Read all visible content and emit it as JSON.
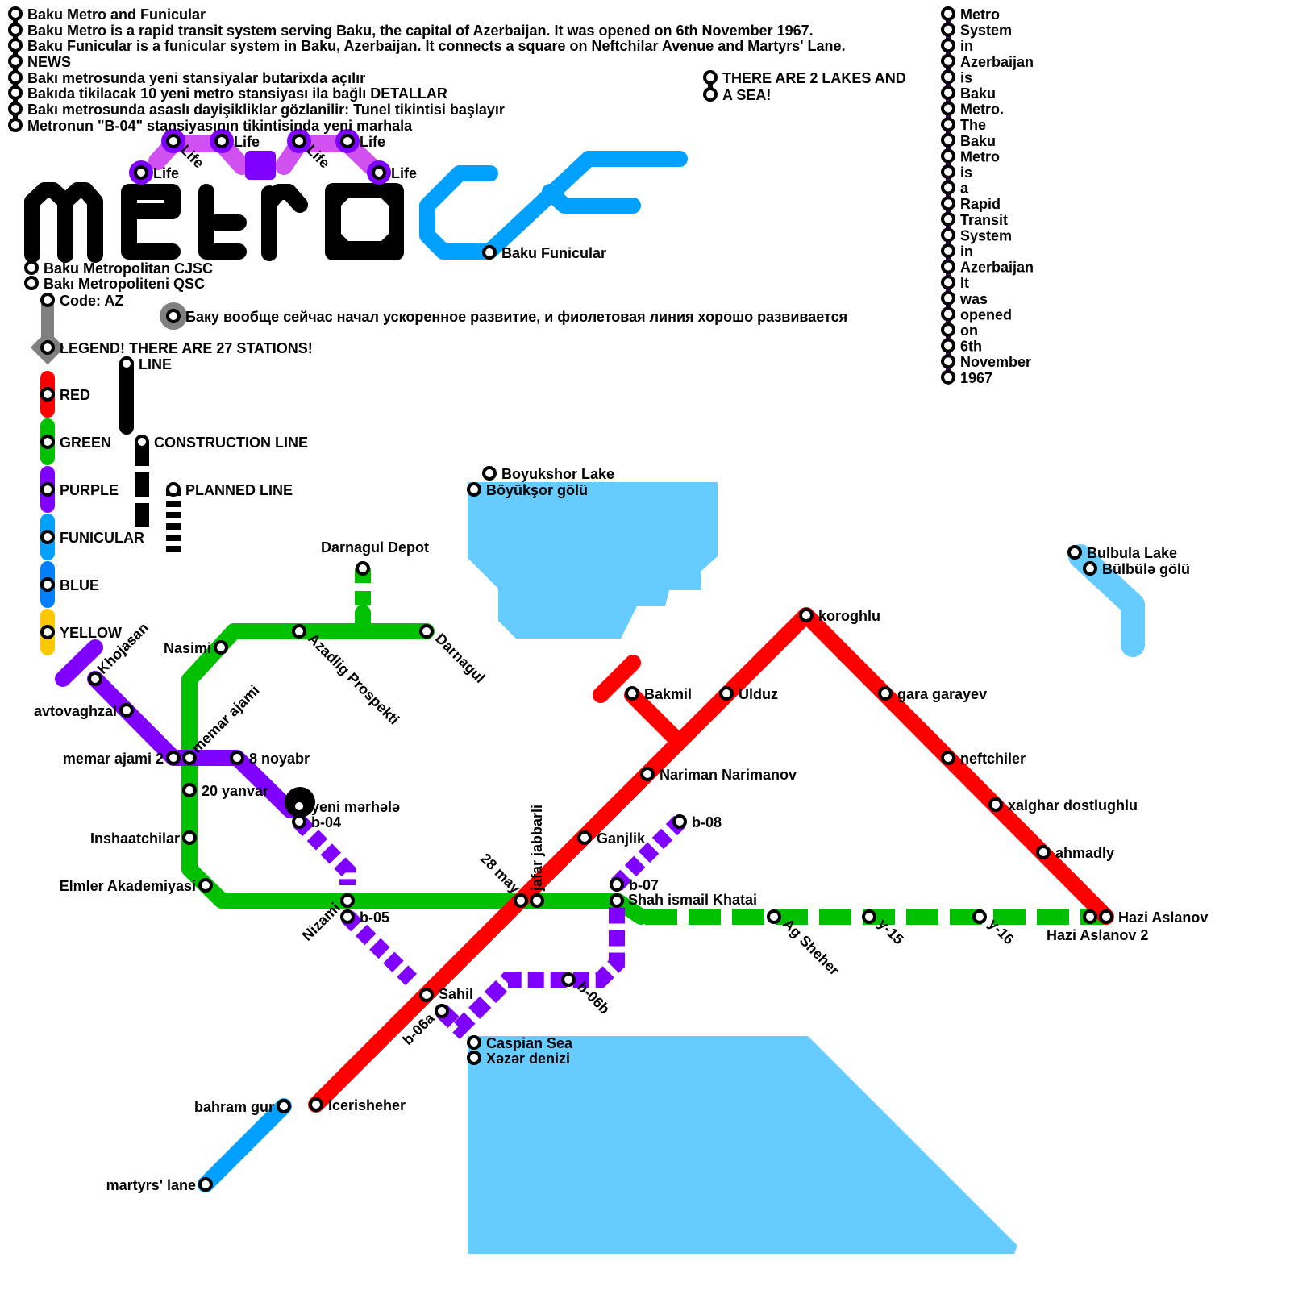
{
  "header": {
    "lines": [
      "Baku Metro and Funicular",
      "Baku Metro is a rapid transit system serving Baku, the capital of Azerbaijan. It was opened on 6th November 1967.",
      "Baku Funicular is a funicular system in Baku, Azerbaijan. It connects a square on Neftchilar Avenue and Martyrs' Lane.",
      "NEWS",
      "Bakı metrosunda yeni stansiyalar butarixda açılır",
      "Bakıda tikilacak 10 yeni metro stansiyası ila bağlı DETALLAR",
      "Bakı metrosunda asaslı dayişikliklar gözlanilir: Tunel tikintisi başlayır",
      "Metronun \"B-04\" stansiyasının tikintisinda yeni marhala"
    ]
  },
  "right_column": {
    "words": [
      "Metro",
      "System",
      "in",
      "Azerbaijan",
      "is",
      "Baku",
      "Metro.",
      "The",
      "Baku",
      "Metro",
      "is",
      "a",
      "Rapid",
      "Transit",
      "System",
      "in",
      "Azerbaijan",
      "It",
      "was",
      "opened",
      "on",
      "6th",
      "November",
      "1967"
    ]
  },
  "lakes_note": [
    "THERE ARE 2 LAKES AND",
    "A SEA!"
  ],
  "logo": {
    "text": "METRO",
    "funicular_text": "CF",
    "life_labels": [
      "Life",
      "Life",
      "Life",
      "Life",
      "Life",
      "Life"
    ],
    "funicular_station": "Baku Funicular"
  },
  "operator": [
    "Baku Metropolitan CJSC",
    "Bakı Metropoliteni QSC"
  ],
  "code": "Code: AZ",
  "russian_note": "Баку вообще сейчас начал ускоренное развитие, и фиолетовая линия хорошо развивается",
  "legend": {
    "title": "LEGEND! THERE ARE 27 STATIONS!",
    "colors": [
      {
        "label": "RED",
        "color": "#ff0000"
      },
      {
        "label": "GREEN",
        "color": "#00c000"
      },
      {
        "label": "PURPLE",
        "color": "#8000ff"
      },
      {
        "label": "FUNICULAR",
        "color": "#00a0ff"
      },
      {
        "label": "BLUE",
        "color": "#0080ff"
      },
      {
        "label": "YELLOW",
        "color": "#ffc800"
      }
    ],
    "line": "LINE",
    "construction": "CONSTRUCTION LINE",
    "planned": "PLANNED LINE"
  },
  "water": {
    "boyukshor": [
      "Boyukshor Lake",
      "Böyükşor gölü"
    ],
    "bulbula": [
      "Bulbula Lake",
      "Bülbülə gölü"
    ],
    "caspian": [
      "Caspian Sea",
      "Xəzər denizi"
    ],
    "color": "#66ccff"
  },
  "stations": {
    "green": {
      "depot": "Darnagul Depot",
      "nasimi": "Nasimi",
      "azadlig": "Azadlig Prospekti",
      "darnagul": "Darnagul",
      "memar": "memar ajami",
      "yanvar": "20 yanvar",
      "insh": "Inshaatchilar",
      "elmler": "Elmler Akademiyasi",
      "nizami": "Nizami",
      "may28": "28 may",
      "jafar": "jafar jabbarli",
      "khatai": "Shah ismail Khatai",
      "agsheher": "Ag Sheher",
      "y15": "y-15",
      "y16": "y-16",
      "hazi2": "Hazi Aslanov 2",
      "hazi": "Hazi Aslanov"
    },
    "red": {
      "icer": "Icerisheher",
      "sahil": "Sahil",
      "ganjlik": "Ganjlik",
      "nariman": "Nariman Narimanov",
      "ulduz": "Ulduz",
      "koroghlu": "koroghlu",
      "bakmil": "Bakmil",
      "gara": "gara garayev",
      "neft": "neftchiler",
      "xalghar": "xalghar dostlughlu",
      "ahmadly": "ahmadly"
    },
    "purple": {
      "khojasan": "Khojasan",
      "avto": "avtovaghzal",
      "memar2": "memar ajami 2",
      "noyabr": "8 noyabr",
      "yeni": "yeni mərhələ",
      "b04": "b-04",
      "b05": "b-05",
      "b06a": "b-06a",
      "b06b": "b-06b",
      "b07": "b-07",
      "b08": "b-08"
    },
    "funicular": {
      "bahram": "bahram gur",
      "martyrs": "martyrs' lane"
    }
  }
}
